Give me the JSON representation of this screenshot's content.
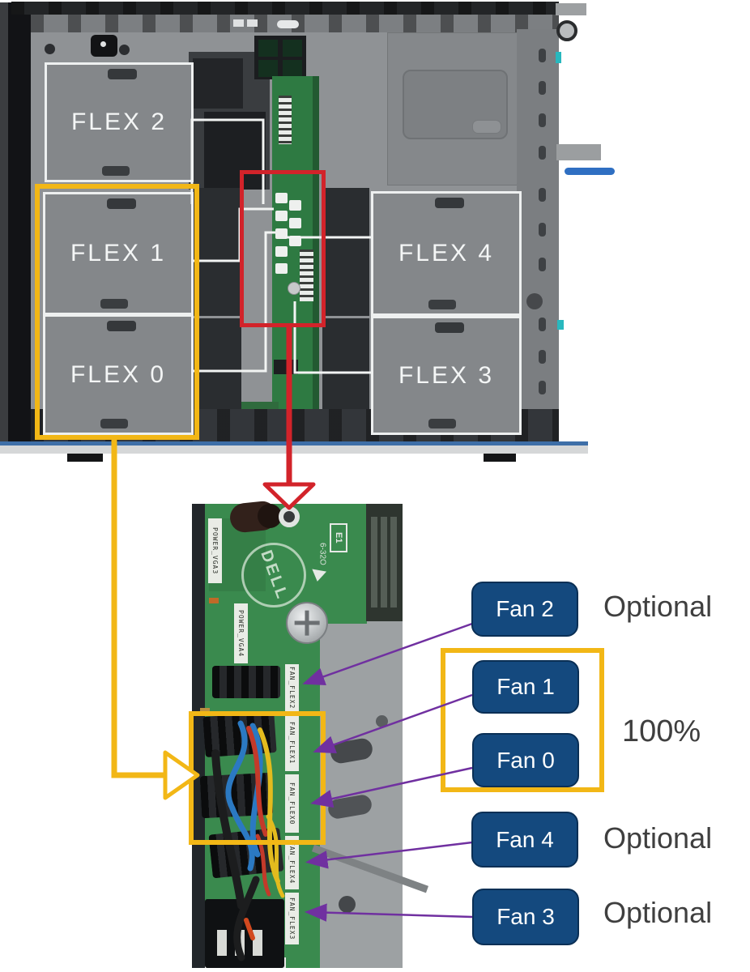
{
  "overview": {
    "bays": [
      {
        "label": "FLEX 2"
      },
      {
        "label": "FLEX 1"
      },
      {
        "label": "FLEX 0"
      },
      {
        "label": "FLEX 4"
      },
      {
        "label": "FLEX 3"
      }
    ]
  },
  "board": {
    "silkscreen": {
      "power_vga3": "POWER_VGA3",
      "power_vga4": "POWER_VGA4",
      "e1": "E1",
      "screw_marking": "6-32O",
      "dell_logo": "DELL",
      "fan_headers": [
        "FAN_FLEX2",
        "FAN_FLEX1",
        "FAN_FLEX0",
        "FAN_FLEX4",
        "FAN_FLEX3"
      ]
    }
  },
  "callouts": {
    "fans": [
      {
        "label": "Fan 2"
      },
      {
        "label": "Fan 1"
      },
      {
        "label": "Fan 0"
      },
      {
        "label": "Fan 4"
      },
      {
        "label": "Fan 3"
      }
    ]
  },
  "annotations": {
    "fan2_status": "Optional",
    "group_status": "100%",
    "fan4_status": "Optional",
    "fan3_status": "Optional"
  },
  "colors": {
    "highlight_yellow": "#F2B716",
    "highlight_red": "#D2232A",
    "fan_box_blue": "#14497E",
    "arrow_purple": "#7030A0",
    "pcb_green": "#3A8A4E",
    "status_text": "#3F3F3F"
  }
}
